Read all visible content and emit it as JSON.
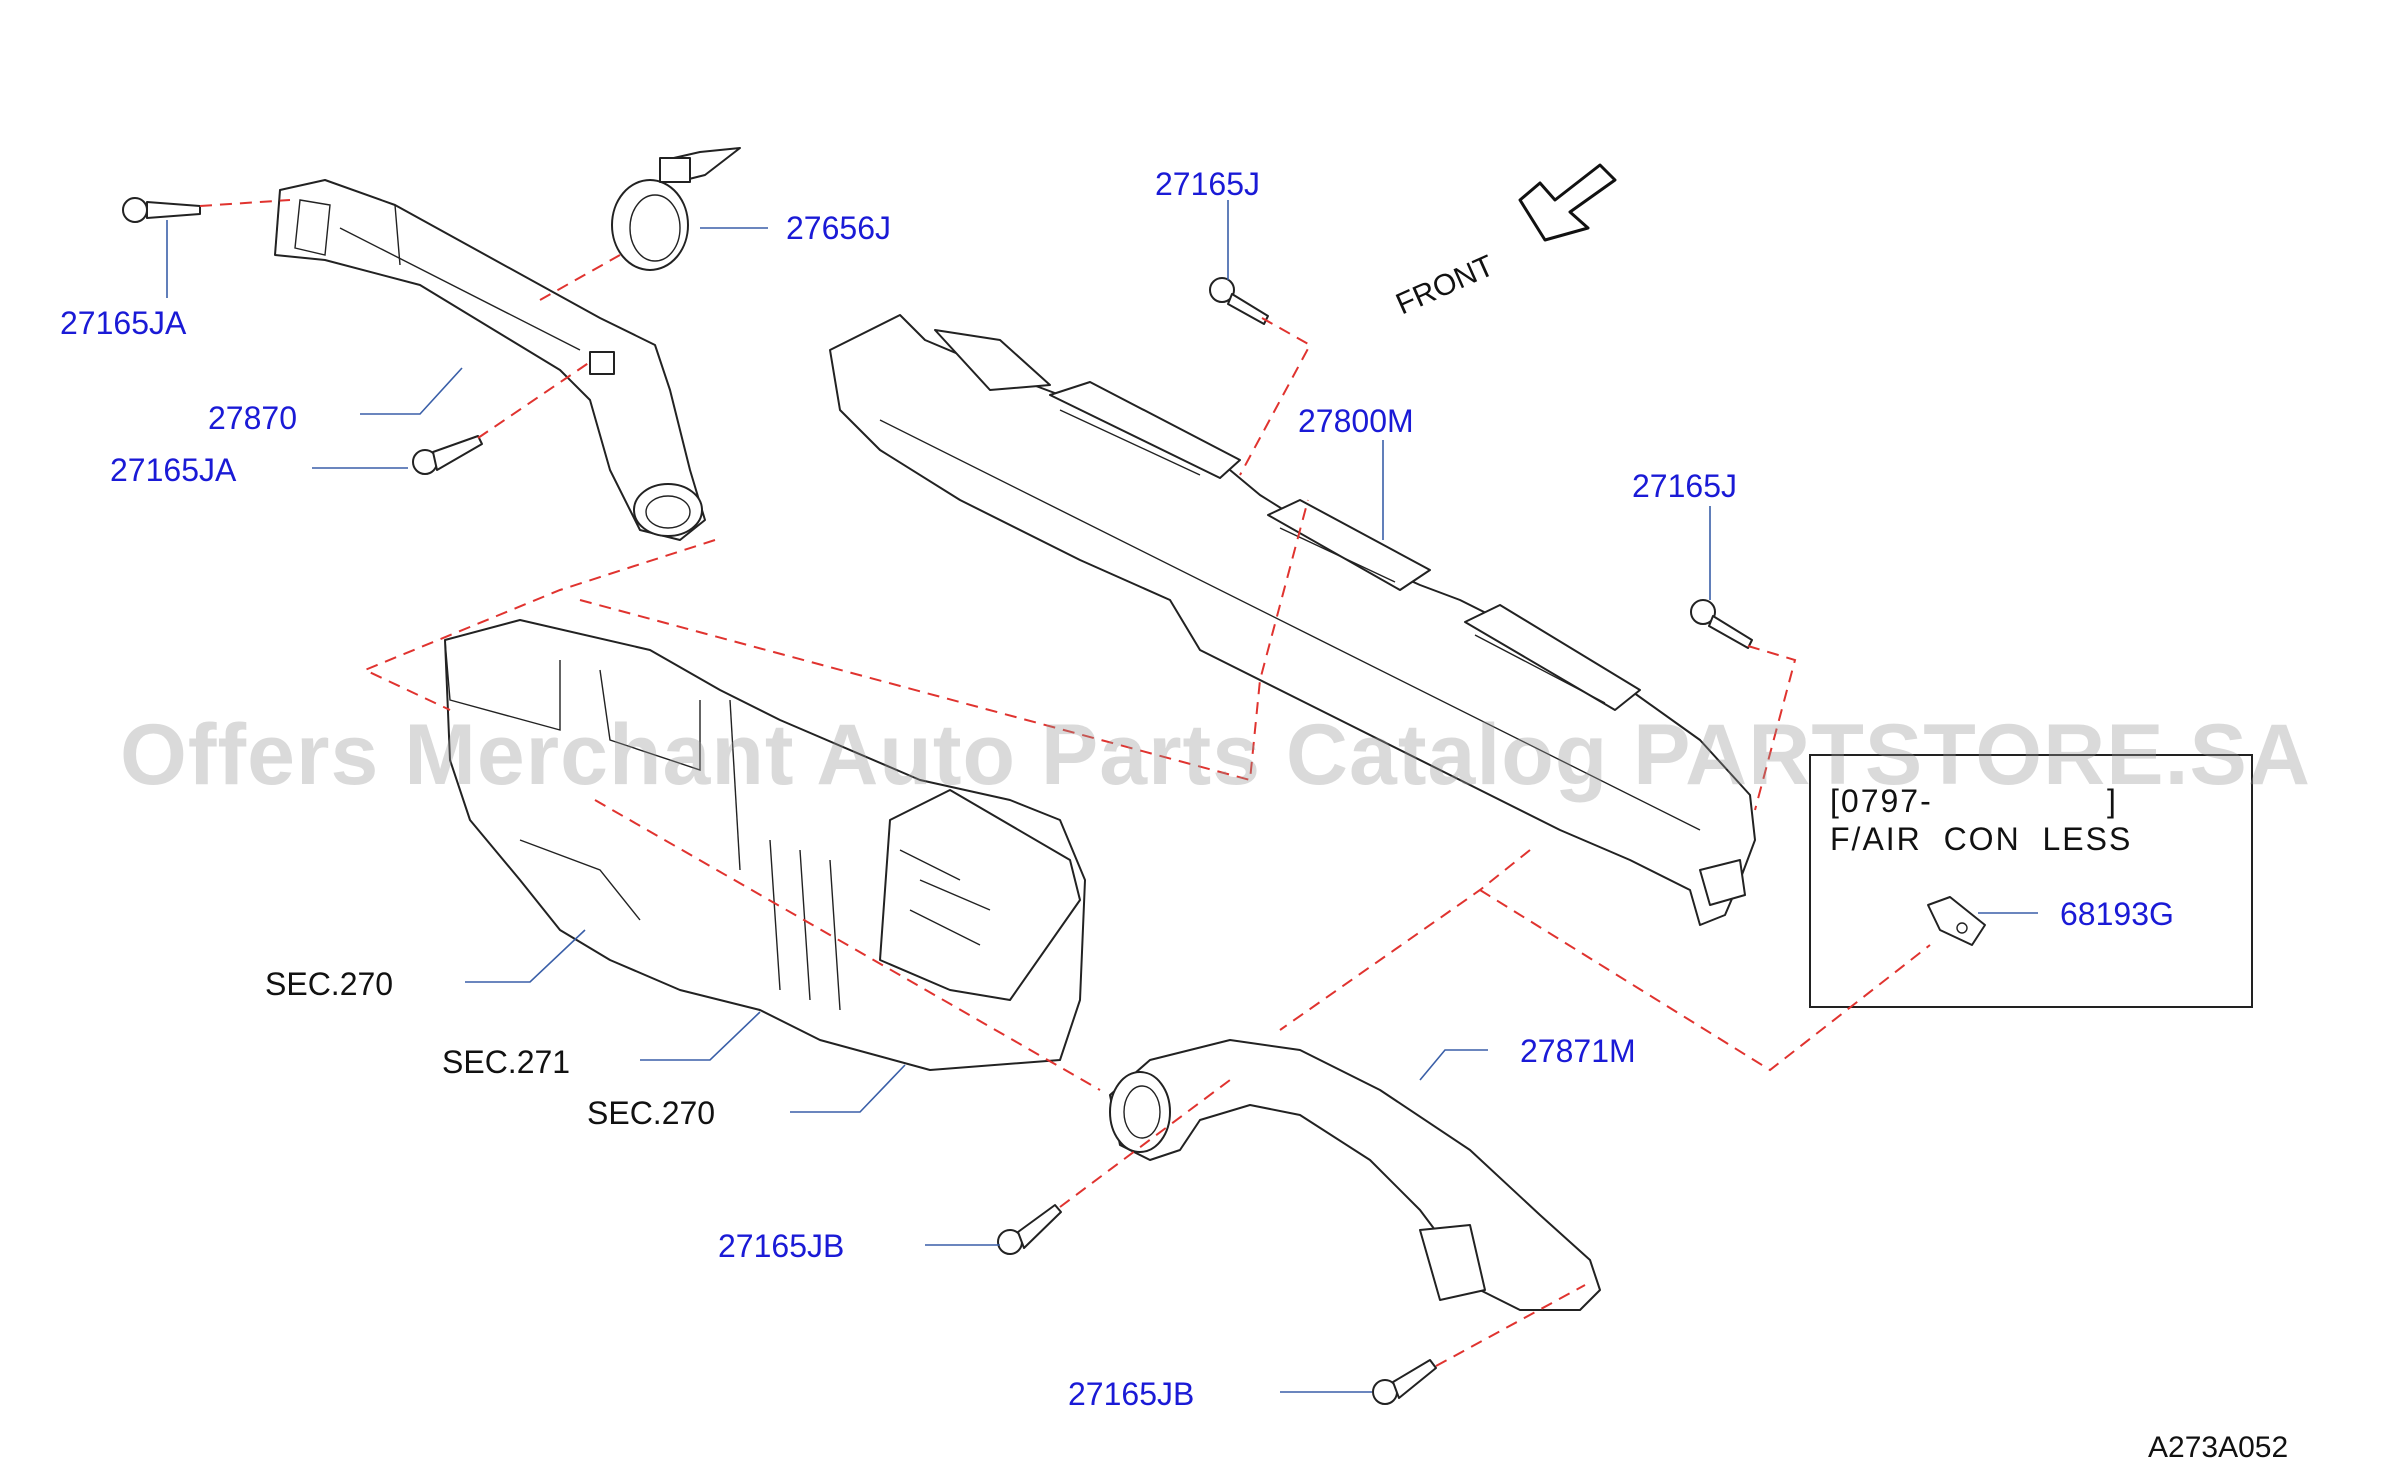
{
  "diagram": {
    "watermark": "Offers Merchant Auto Parts Catalog PARTSTORE.SA",
    "front_label": "FRONT",
    "diagram_code": "A273A052",
    "colors": {
      "callout": "#1a1ad6",
      "dashed_link": "#e0332f",
      "leader": "#3a5fa8"
    },
    "part_labels": {
      "jA_top": "27165JA",
      "p27656J": "27656J",
      "p27870": "27870",
      "jA_mid": "27165JA",
      "j_top": "27165J",
      "p27800M": "27800M",
      "j_right": "27165J",
      "p27871M": "27871M",
      "jB_mid": "27165JB",
      "jB_bottom": "27165JB",
      "p68193G": "68193G"
    },
    "sec_labels": {
      "sec270_a": "SEC.270",
      "sec271": "SEC.271",
      "sec270_b": "SEC.270"
    },
    "note_box": {
      "line1": "[0797-                ]",
      "line2": "F/AIR  CON  LESS"
    }
  }
}
